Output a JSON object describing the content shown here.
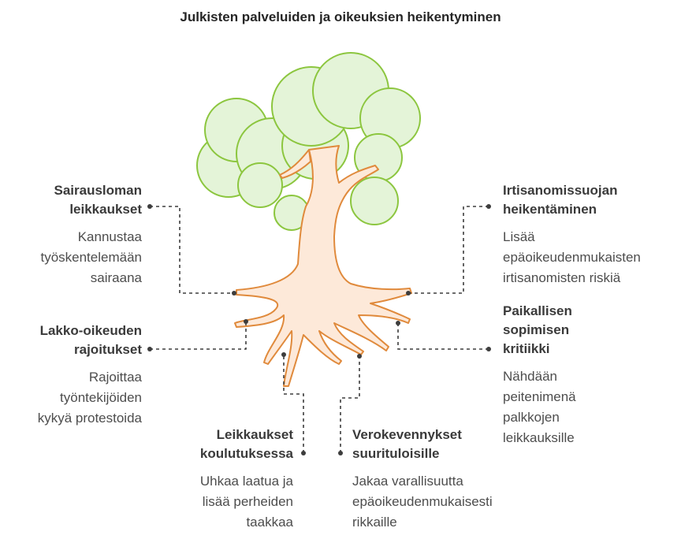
{
  "title": "Julkisten palveluiden ja oikeuksien heikentyminen",
  "items": {
    "sick_leave": {
      "heading": "Sairausloman\nleikkaukset",
      "text": "Kannustaa\ntyöskentelemään\nsairaana"
    },
    "dismissal": {
      "heading": "Irtisanomissuojan\nheikentäminen",
      "text": "Lisää\nepäoikeudenmukaisten\nirtisanomisten riskiä"
    },
    "strike": {
      "heading": "Lakko-oikeuden\nrajoitukset",
      "text": "Rajoittaa\ntyöntekijöiden\nkykyä protestoida"
    },
    "local_bargaining": {
      "heading": "Paikallisen\nsopimisen\nkritiikki",
      "text": "Nähdään\npeitenimenä\npalkkojen\nleikkauksille"
    },
    "education": {
      "heading": "Leikkaukset\nkoulutuksessa",
      "text": "Uhkaa laatua ja\nlisää perheiden\ntaakkaa"
    },
    "tax": {
      "heading": "Verokevennykset\nsuurituloisille",
      "text": "Jakaa varallisuutta\nepäoikeudenmukaisesti\nrikkaille"
    }
  },
  "colors": {
    "foliage_fill": "#e4f4d8",
    "foliage_stroke": "#8cc63f",
    "trunk_fill": "#fde9d9",
    "trunk_stroke": "#e08a3c",
    "connector": "#3d3d3d"
  }
}
